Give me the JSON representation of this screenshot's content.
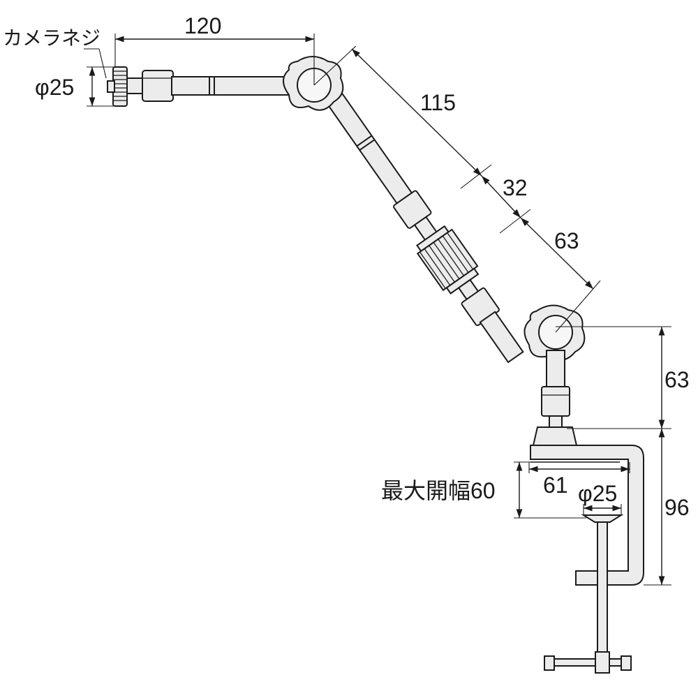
{
  "labels": {
    "camera_screw": "カメラネジ",
    "phi_25_top": "φ25",
    "dim_120": "120",
    "dim_115": "115",
    "dim_32": "32",
    "dim_63_diag": "63",
    "dim_63_vert": "63",
    "max_opening": "最大開幅60",
    "dim_61": "61",
    "phi_25_bottom": "φ25",
    "dim_96": "96"
  }
}
